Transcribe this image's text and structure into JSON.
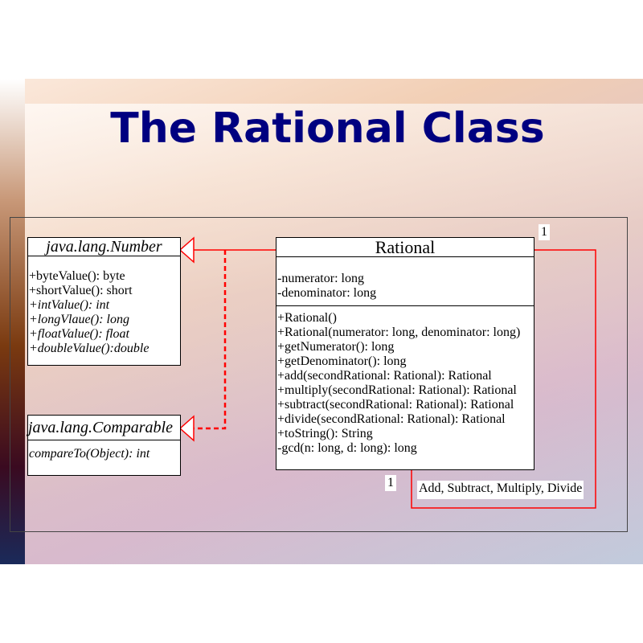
{
  "title": "The Rational Class",
  "number_class": {
    "name": "java.lang.Number",
    "methods": [
      "+byteValue(): byte",
      "+shortValue(): short",
      "+intValue(): int",
      "+longVlaue(): long",
      "+floatValue(): float",
      "+doubleValue():double"
    ]
  },
  "comparable_class": {
    "name": "java.lang.Comparable",
    "methods": [
      "compareTo(Object): int"
    ]
  },
  "rational_class": {
    "name": "Rational",
    "fields": [
      "-numerator: long",
      "-denominator: long"
    ],
    "methods": [
      "+Rational()",
      "+Rational(numerator: long, denominator: long)",
      "+getNumerator(): long",
      "+getDenominator(): long",
      "+add(secondRational: Rational): Rational",
      "+multiply(secondRational: Rational): Rational",
      "+subtract(secondRational: Rational): Rational",
      "+divide(secondRational: Rational): Rational",
      "+toString(): String",
      "-gcd(n: long, d: long): long"
    ]
  },
  "association": {
    "label": "Add, Subtract, Multiply, Divide",
    "multiplicity_top": "1",
    "multiplicity_bottom": "1"
  },
  "colors": {
    "title": "#000080",
    "arrow": "#ff0000"
  }
}
